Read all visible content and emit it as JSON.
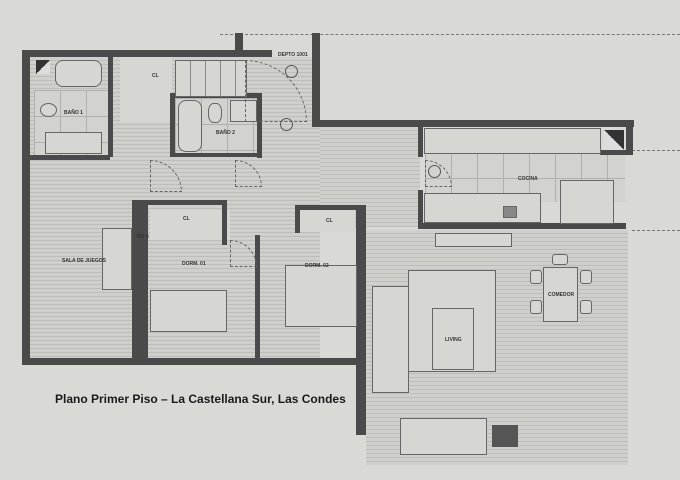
{
  "caption": "Plano Primer Piso – La Castellana Sur, Las Condes",
  "rooms": {
    "bano1": "BAÑO 1",
    "bano2": "BAÑO 2",
    "bano3": "ÑO 3",
    "cl1": "CL",
    "cl2": "CL",
    "cl3": "CL",
    "depto": "DEPTO 1001",
    "cocina": "COCINA",
    "comedor": "COMEDOR",
    "living": "LIVING",
    "dorm1": "DORM. 01",
    "dorm2": "DORM. 02",
    "sala": "SALA DE JUEGOS"
  }
}
